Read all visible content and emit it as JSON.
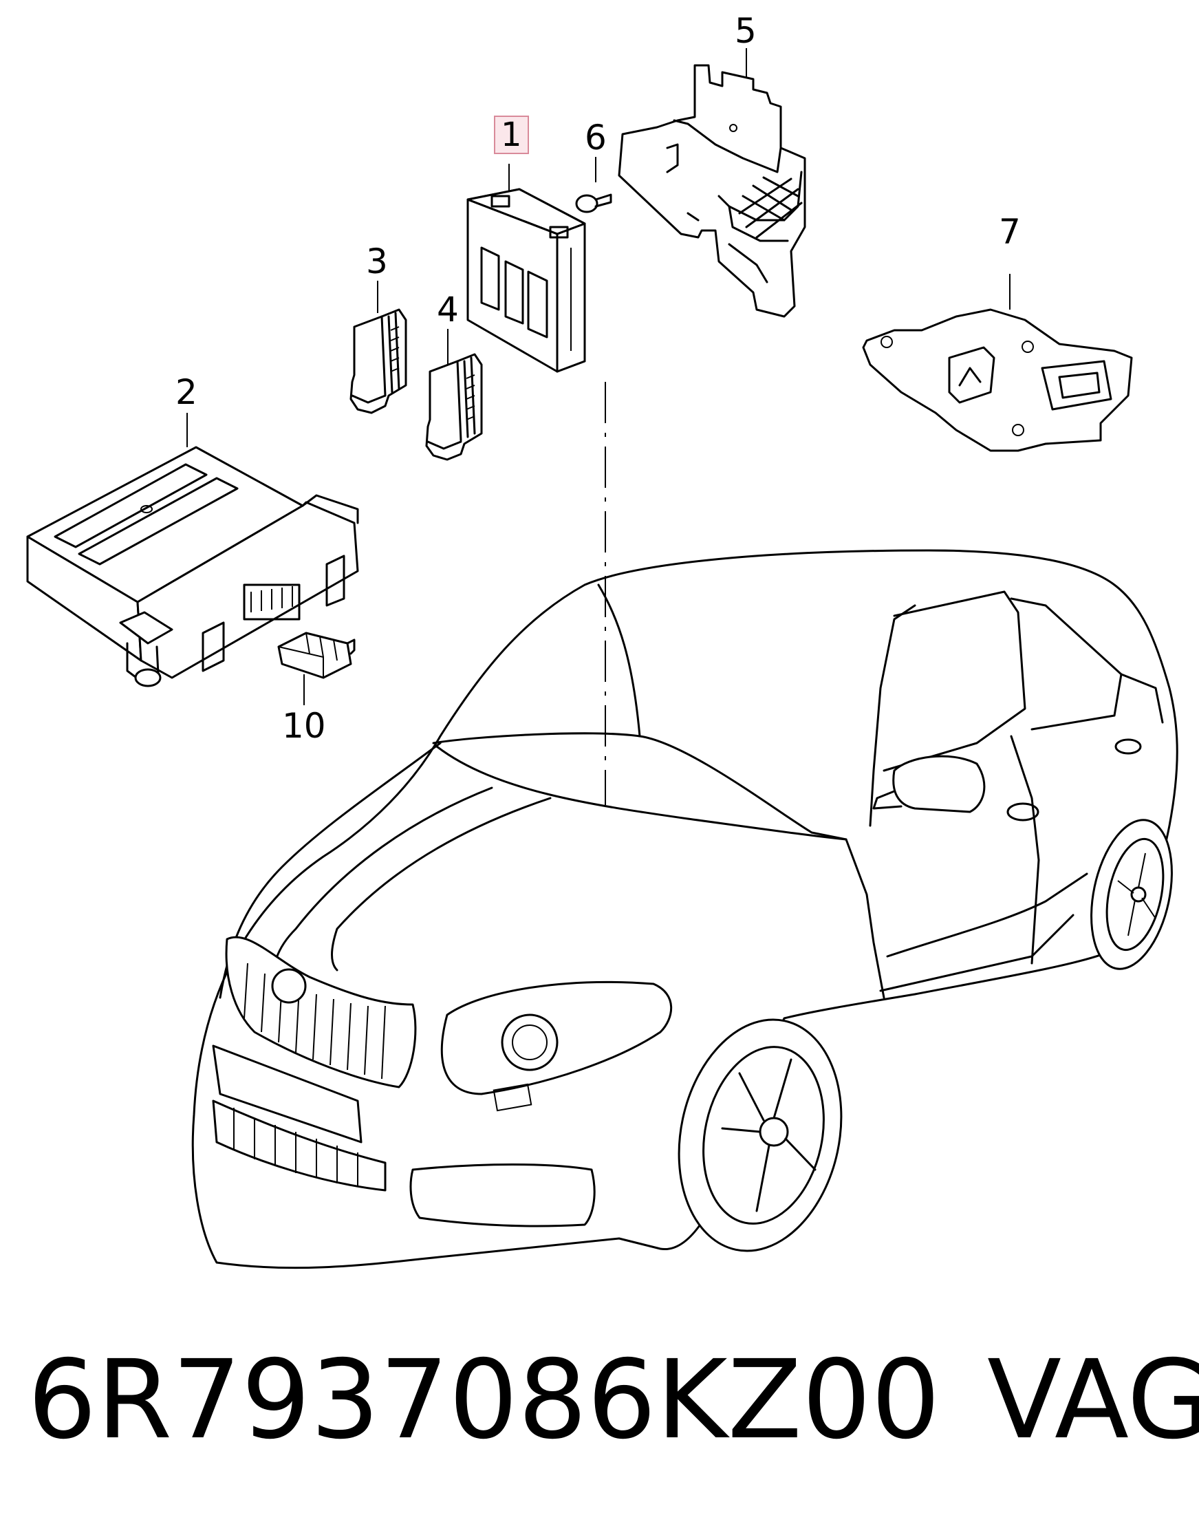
{
  "callouts": {
    "c1": "1",
    "c2": "2",
    "c3": "3",
    "c4": "4",
    "c5": "5",
    "c6": "6",
    "c7": "7",
    "c10": "10"
  },
  "footer": {
    "part_number": "6R7937086KZ00",
    "brand": "VAG"
  },
  "colors": {
    "highlight_border": "#d98a9a",
    "highlight_fill": "#fbe7eb",
    "line": "#000000"
  }
}
